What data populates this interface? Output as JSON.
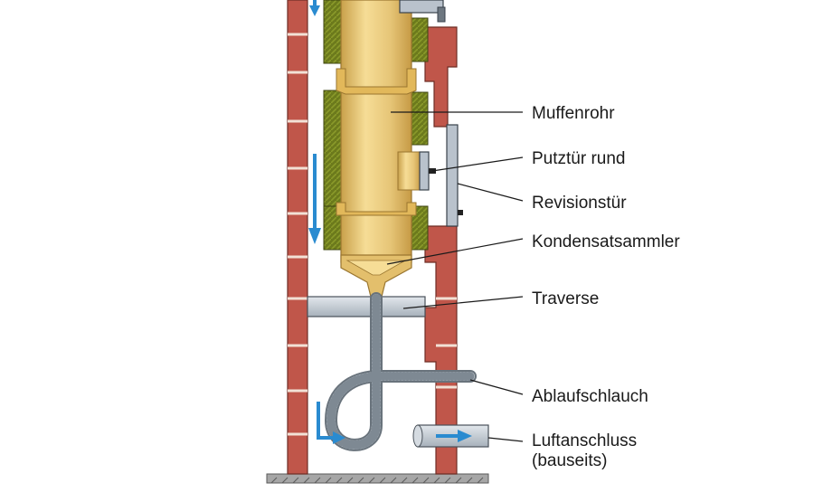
{
  "labels": {
    "muffenrohr": "Muffenrohr",
    "putztuer": "Putztür rund",
    "revisionstuer": "Revisionstür",
    "kondensatsammler": "Kondensatsammler",
    "traverse": "Traverse",
    "ablaufschlauch": "Ablaufschlauch",
    "luftanschluss_line1": "Luftanschluss",
    "luftanschluss_line2": "(bauseits)"
  },
  "colors": {
    "brick": "#c0564a",
    "brick_light": "#d07a6a",
    "mortar": "#f2e1d6",
    "pipe": "#e9cc7e",
    "pipe_dark": "#c79a3e",
    "insulation": "#6f7a1f",
    "steel": "#b9c2cc",
    "arrow": "#2a8bd0",
    "ground": "#9a9a9a"
  }
}
